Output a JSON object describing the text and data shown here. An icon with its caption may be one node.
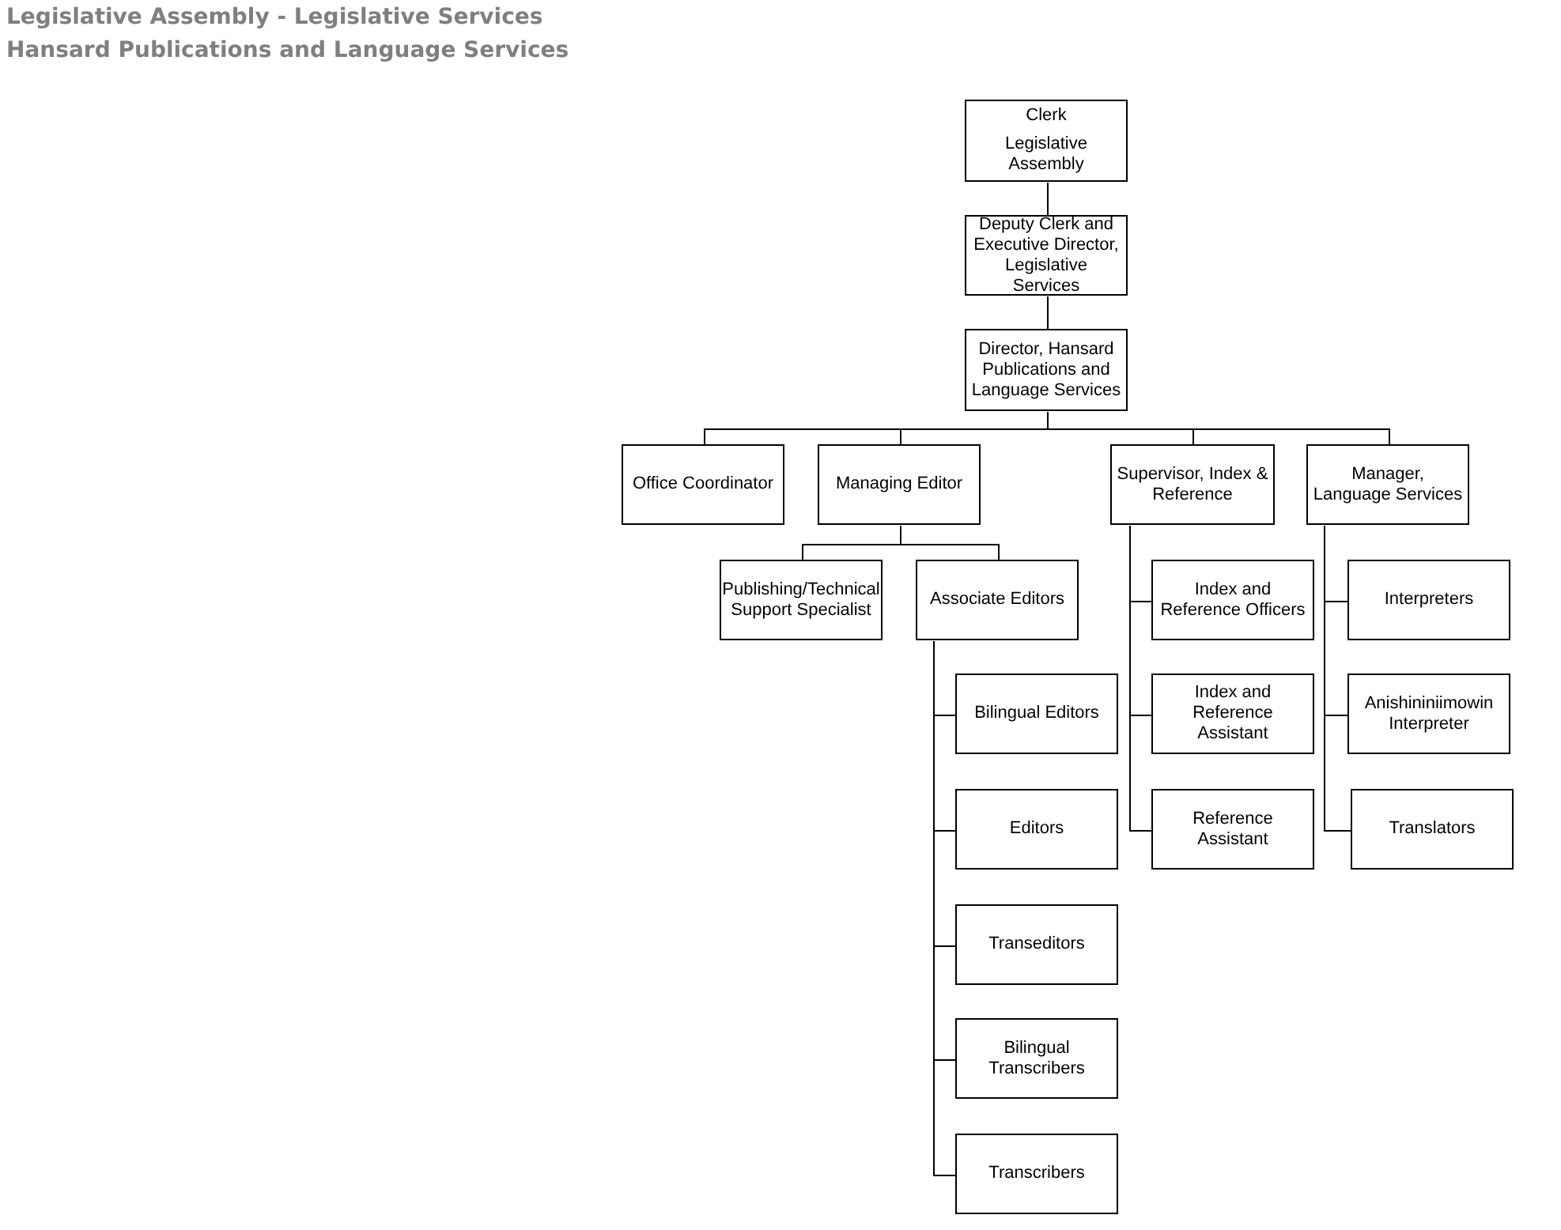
{
  "diagram": {
    "title": "Legislative Assembly - Legislative Services",
    "labels": [
      "Hansard Publications and Language Services"
    ],
    "nodes": [
      {
        "text": [
          "Clerk",
          "Legislative Assembly"
        ]
      },
      {
        "text": [
          "Deputy Clerk and Executive Director, Legislative Services"
        ]
      },
      {
        "text": [
          "Director, Hansard Publications and Language Services"
        ]
      },
      {
        "text": [
          "Office Coordinator"
        ]
      },
      {
        "text": [
          "Managing Editor"
        ]
      },
      {
        "text": [
          "Supervisor, Index & Reference"
        ]
      },
      {
        "text": [
          "Manager, Language Services"
        ]
      },
      {
        "text": [
          "Publishing/Technical Support Specialist"
        ]
      },
      {
        "text": [
          "Associate Editors"
        ]
      },
      {
        "text": [
          "Index and Reference Officers"
        ]
      },
      {
        "text": [
          "Interpreters"
        ]
      },
      {
        "text": [
          "Bilingual Editors"
        ]
      },
      {
        "text": [
          "Index and Reference Assistant"
        ]
      },
      {
        "text": [
          "Anishininiimowin Interpreter"
        ]
      },
      {
        "text": [
          "Editors"
        ]
      },
      {
        "text": [
          "Reference Assistant"
        ]
      },
      {
        "text": [
          "Translators"
        ]
      },
      {
        "text": [
          "Transeditors"
        ]
      },
      {
        "text": [
          "Bilingual Transcribers"
        ]
      },
      {
        "text": [
          "Transcribers"
        ]
      }
    ],
    "edges": [
      {
        "from": 0,
        "to": 1,
        "arrow": "none"
      },
      {
        "from": 1,
        "to": 2,
        "arrow": "none"
      },
      {
        "from": 2,
        "to": 3,
        "arrow": "none"
      },
      {
        "from": 2,
        "to": 4,
        "arrow": "none"
      },
      {
        "from": 2,
        "to": 5,
        "arrow": "none"
      },
      {
        "from": 2,
        "to": 6,
        "arrow": "none"
      },
      {
        "from": 4,
        "to": 7,
        "arrow": "none"
      },
      {
        "from": 4,
        "to": 8,
        "arrow": "none"
      },
      {
        "from": 8,
        "to": 11,
        "arrow": "none"
      },
      {
        "from": 8,
        "to": 14,
        "arrow": "none"
      },
      {
        "from": 8,
        "to": 17,
        "arrow": "none"
      },
      {
        "from": 8,
        "to": 18,
        "arrow": "none"
      },
      {
        "from": 8,
        "to": 19,
        "arrow": "none"
      },
      {
        "from": 5,
        "to": 9,
        "arrow": "none"
      },
      {
        "from": 5,
        "to": 12,
        "arrow": "none"
      },
      {
        "from": 5,
        "to": 15,
        "arrow": "none"
      },
      {
        "from": 6,
        "to": 10,
        "arrow": "none"
      },
      {
        "from": 6,
        "to": 13,
        "arrow": "none"
      },
      {
        "from": 6,
        "to": 16,
        "arrow": "none"
      }
    ]
  }
}
